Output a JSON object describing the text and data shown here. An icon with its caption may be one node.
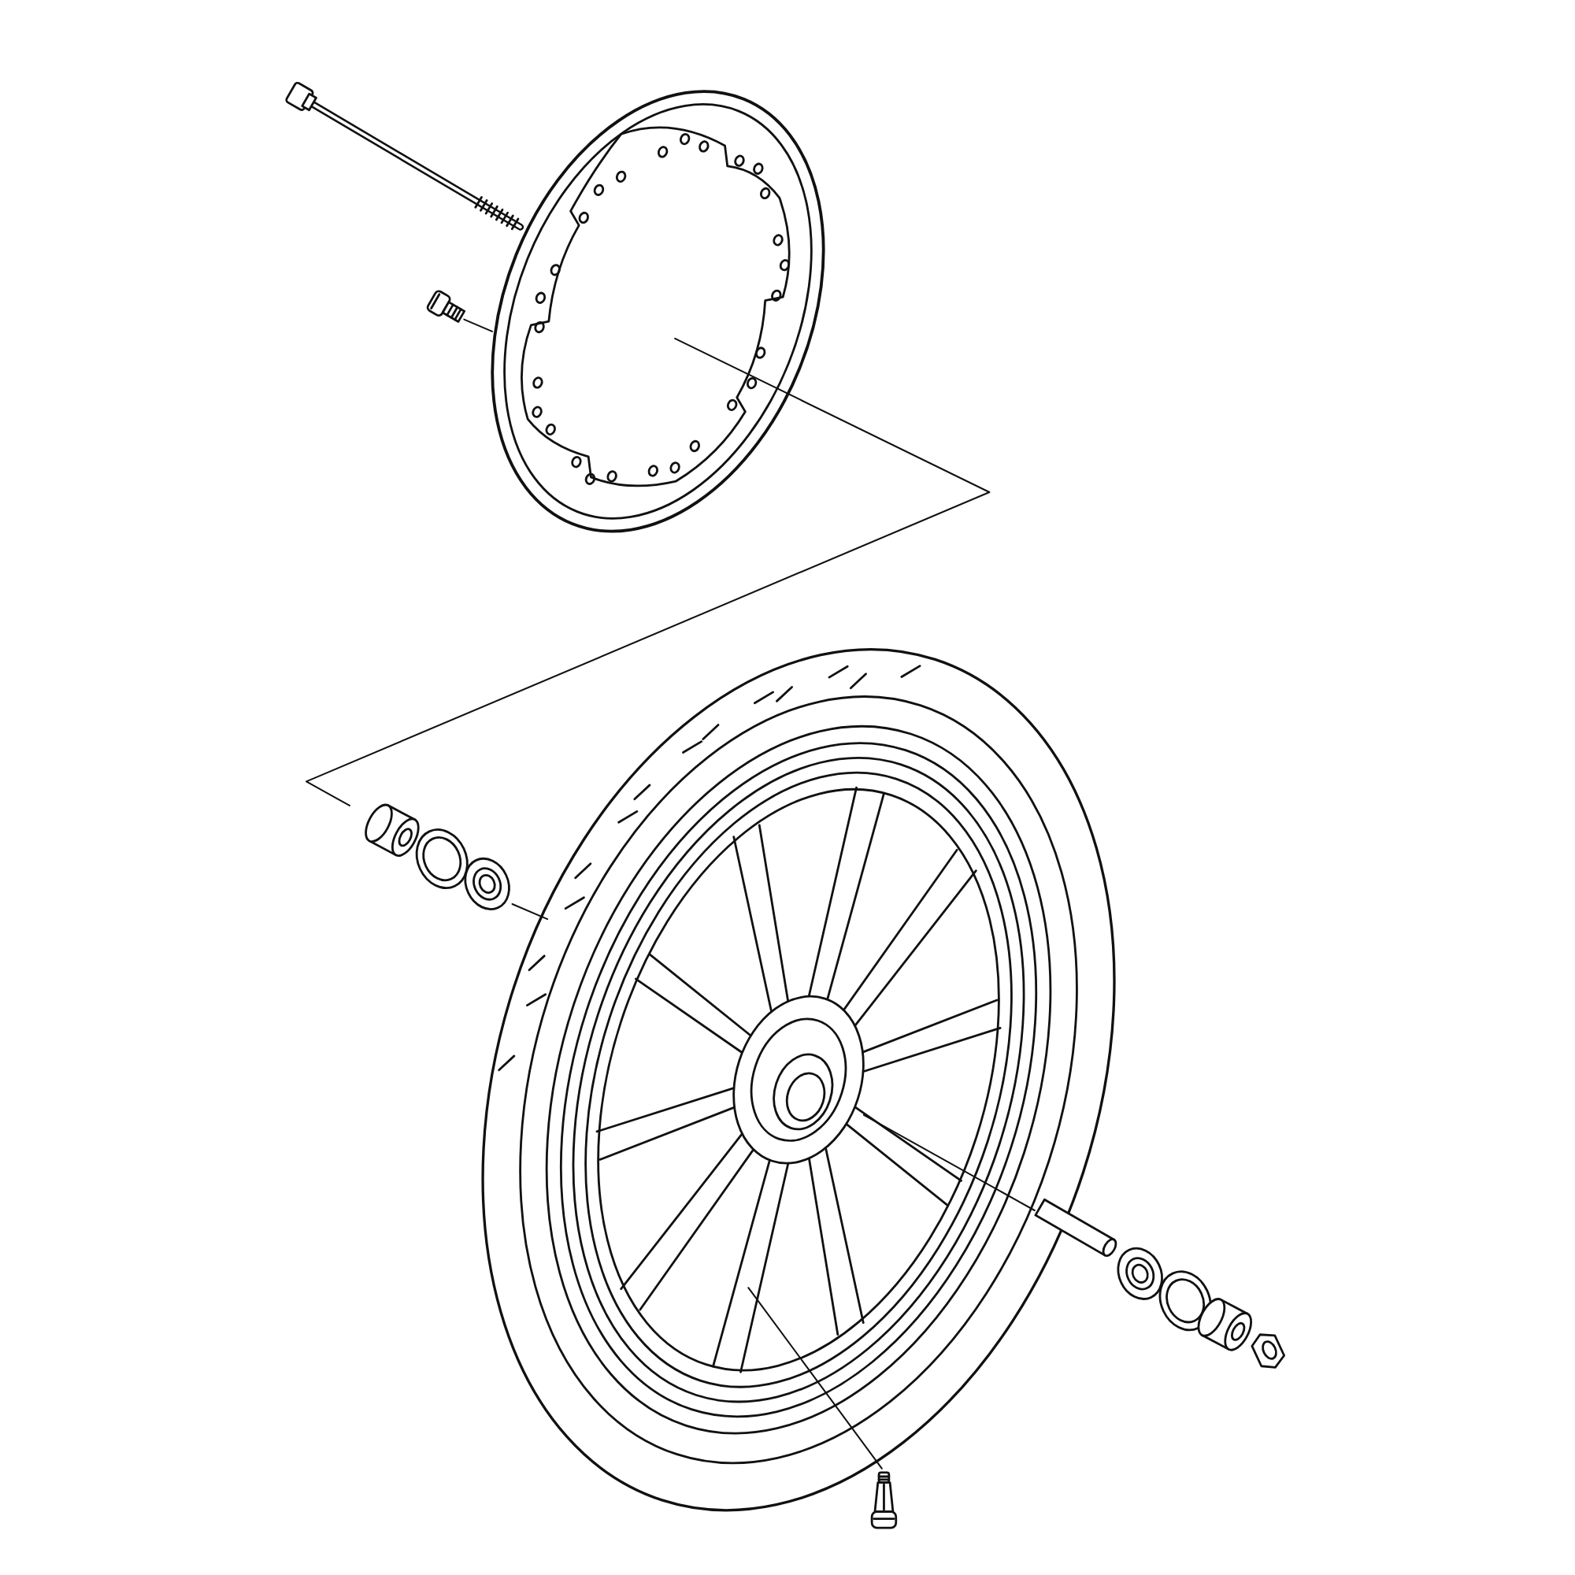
{
  "diagram": {
    "nodes": [
      {
        "text": [],
        "shape": "picture"
      },
      {
        "text": [],
        "shape": "picture"
      },
      {
        "text": [],
        "shape": "picture"
      },
      {
        "text": [],
        "shape": "picture"
      },
      {
        "text": [],
        "shape": "picture"
      },
      {
        "text": [],
        "shape": "picture"
      },
      {
        "text": [],
        "shape": "picture"
      },
      {
        "text": [],
        "shape": "picture"
      },
      {
        "text": [],
        "shape": "picture"
      },
      {
        "text": [],
        "shape": "picture"
      },
      {
        "text": [],
        "shape": "picture"
      },
      {
        "text": [],
        "shape": "picture"
      },
      {
        "text": [],
        "shape": "picture"
      }
    ],
    "edges": [
      {
        "from": 2,
        "to": 1,
        "arrow": "none"
      },
      {
        "from": 1,
        "to": 4,
        "arrow": "none"
      },
      {
        "from": 6,
        "to": 3,
        "arrow": "none"
      },
      {
        "from": 3,
        "to": 7,
        "arrow": "none"
      },
      {
        "from": 3,
        "to": 12,
        "arrow": "none"
      }
    ]
  }
}
